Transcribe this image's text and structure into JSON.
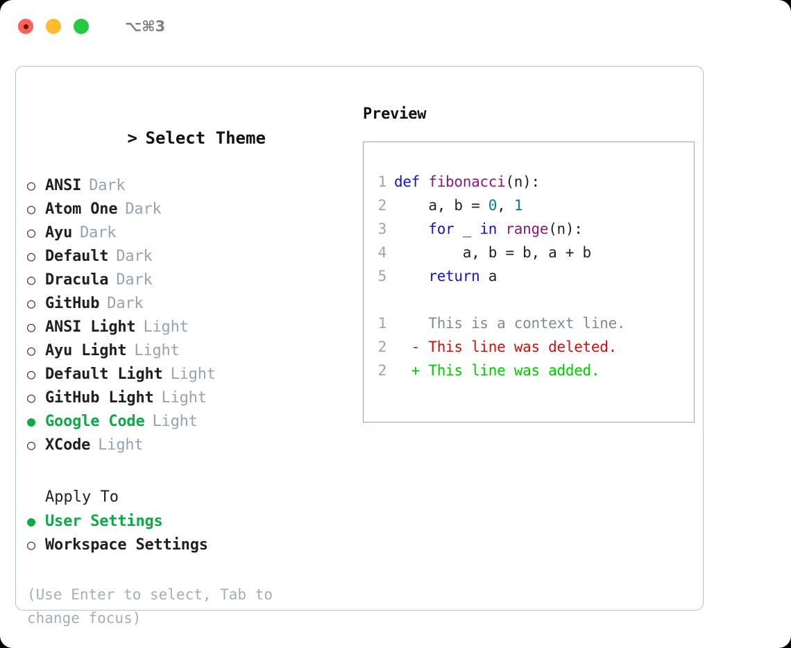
{
  "titlebar": {
    "shortcut": "⌥⌘3",
    "lights": [
      {
        "name": "close",
        "color": "#ff6159"
      },
      {
        "name": "minimize",
        "color": "#ffbd2e"
      },
      {
        "name": "zoom",
        "color": "#27c93f"
      }
    ]
  },
  "theme_list": {
    "heading": "Select Theme",
    "heading_marker": ">",
    "bullet_selected": "●",
    "bullet_unselected": "○",
    "items": [
      {
        "label": "ANSI",
        "kind": "Dark",
        "selected": false
      },
      {
        "label": "Atom One",
        "kind": "Dark",
        "selected": false
      },
      {
        "label": "Ayu",
        "kind": "Dark",
        "selected": false
      },
      {
        "label": "Default",
        "kind": "Dark",
        "selected": false
      },
      {
        "label": "Dracula",
        "kind": "Dark",
        "selected": false
      },
      {
        "label": "GitHub",
        "kind": "Dark",
        "selected": false
      },
      {
        "label": "ANSI Light",
        "kind": "Light",
        "selected": false
      },
      {
        "label": "Ayu Light",
        "kind": "Light",
        "selected": false
      },
      {
        "label": "Default Light",
        "kind": "Light",
        "selected": false
      },
      {
        "label": "GitHub Light",
        "kind": "Light",
        "selected": false
      },
      {
        "label": "Google Code",
        "kind": "Light",
        "selected": true
      },
      {
        "label": "XCode",
        "kind": "Light",
        "selected": false
      }
    ]
  },
  "apply_to": {
    "heading": "Apply To",
    "items": [
      {
        "label": "User Settings",
        "selected": true
      },
      {
        "label": "Workspace Settings",
        "selected": false
      }
    ]
  },
  "hint": "(Use Enter to select, Tab to change focus)",
  "preview": {
    "title": "Preview",
    "code_lines": [
      {
        "number": "1",
        "tokens": [
          {
            "text": "def ",
            "type": "kw"
          },
          {
            "text": "fibonacci",
            "type": "fn"
          },
          {
            "text": "(n):",
            "type": "punc"
          }
        ]
      },
      {
        "number": "2",
        "tokens": [
          {
            "text": "    a, b = ",
            "type": "plain"
          },
          {
            "text": "0",
            "type": "num"
          },
          {
            "text": ", ",
            "type": "plain"
          },
          {
            "text": "1",
            "type": "num"
          }
        ]
      },
      {
        "number": "3",
        "tokens": [
          {
            "text": "    ",
            "type": "plain"
          },
          {
            "text": "for",
            "type": "kw"
          },
          {
            "text": " _ ",
            "type": "plain"
          },
          {
            "text": "in",
            "type": "kw"
          },
          {
            "text": " ",
            "type": "plain"
          },
          {
            "text": "range",
            "type": "fn"
          },
          {
            "text": "(n):",
            "type": "punc"
          }
        ]
      },
      {
        "number": "4",
        "tokens": [
          {
            "text": "        a, b = b, a + b",
            "type": "plain"
          }
        ]
      },
      {
        "number": "5",
        "tokens": [
          {
            "text": "    ",
            "type": "plain"
          },
          {
            "text": "return",
            "type": "kw"
          },
          {
            "text": " a",
            "type": "plain"
          }
        ]
      }
    ],
    "diff_lines": [
      {
        "number": "1",
        "marker": " ",
        "text": " This is a context line.",
        "type": "ctx"
      },
      {
        "number": "2",
        "marker": "-",
        "text": " This line was deleted.",
        "type": "del"
      },
      {
        "number": "2",
        "marker": "+",
        "text": " This line was added.",
        "type": "add"
      }
    ]
  },
  "colors": {
    "accent_green": "#0eaa46",
    "muted": "#98a2b3",
    "border": "#b6bfcc",
    "preview_border": "#97a3b4",
    "keyword": "#1414c8",
    "function": "#8a1a7a",
    "number": "#0b7b7b",
    "diff_delete": "#cc1111",
    "diff_add": "#00cc00",
    "diff_context": "#808a94"
  }
}
